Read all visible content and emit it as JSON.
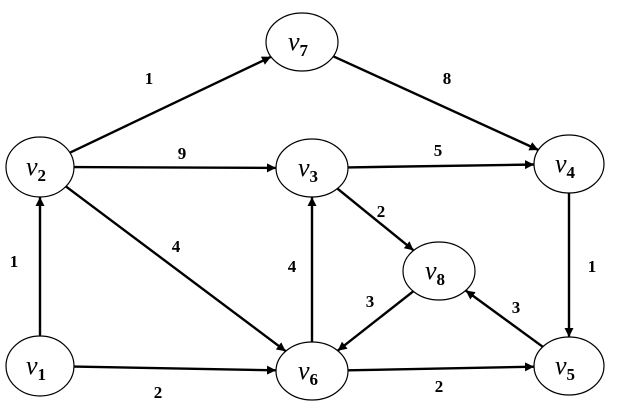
{
  "graph": {
    "type": "directed-weighted",
    "nodes": [
      {
        "id": "v1",
        "letter": "v",
        "index": "1"
      },
      {
        "id": "v2",
        "letter": "v",
        "index": "2"
      },
      {
        "id": "v3",
        "letter": "v",
        "index": "3"
      },
      {
        "id": "v4",
        "letter": "v",
        "index": "4"
      },
      {
        "id": "v5",
        "letter": "v",
        "index": "5"
      },
      {
        "id": "v6",
        "letter": "v",
        "index": "6"
      },
      {
        "id": "v7",
        "letter": "v",
        "index": "7"
      },
      {
        "id": "v8",
        "letter": "v",
        "index": "8"
      }
    ],
    "edges": [
      {
        "id": "e-v2-v7",
        "from": "v2",
        "to": "v7",
        "weight": "1"
      },
      {
        "id": "e-v7-v4",
        "from": "v7",
        "to": "v4",
        "weight": "8"
      },
      {
        "id": "e-v2-v3",
        "from": "v2",
        "to": "v3",
        "weight": "9"
      },
      {
        "id": "e-v3-v4",
        "from": "v3",
        "to": "v4",
        "weight": "5"
      },
      {
        "id": "e-v3-v8",
        "from": "v3",
        "to": "v8",
        "weight": "2"
      },
      {
        "id": "e-v2-v6",
        "from": "v2",
        "to": "v6",
        "weight": "4"
      },
      {
        "id": "e-v6-v3",
        "from": "v6",
        "to": "v3",
        "weight": "4"
      },
      {
        "id": "e-v1-v2",
        "from": "v1",
        "to": "v2",
        "weight": "1"
      },
      {
        "id": "e-v4-v5",
        "from": "v4",
        "to": "v5",
        "weight": "1"
      },
      {
        "id": "e-v8-v6",
        "from": "v8",
        "to": "v6",
        "weight": "3"
      },
      {
        "id": "e-v5-v8",
        "from": "v5",
        "to": "v8",
        "weight": "3"
      },
      {
        "id": "e-v1-v6",
        "from": "v1",
        "to": "v6",
        "weight": "2"
      },
      {
        "id": "e-v6-v5",
        "from": "v6",
        "to": "v5",
        "weight": "2"
      }
    ],
    "colors": {
      "stroke": "#000000",
      "node_fill": "#ffffff",
      "background": "#ffffff"
    }
  }
}
